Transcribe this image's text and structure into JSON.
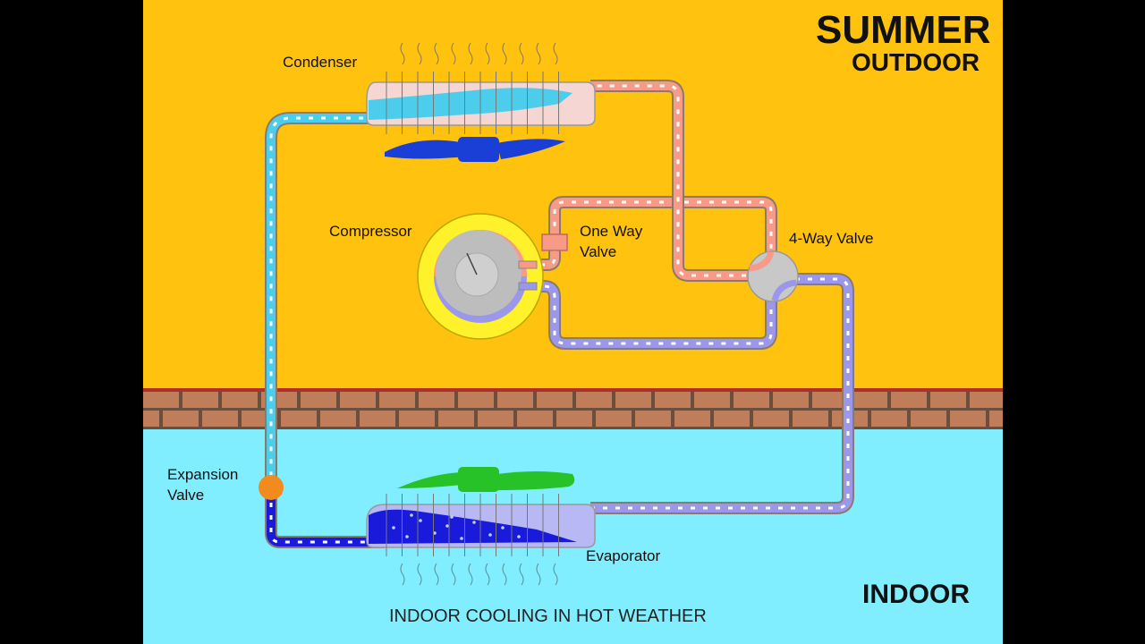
{
  "title": {
    "season": "SUMMER",
    "outdoor": "OUTDOOR",
    "indoor": "INDOOR",
    "caption": "INDOOR COOLING IN HOT WEATHER"
  },
  "components": {
    "condenser": "Condenser",
    "compressor": "Compressor",
    "one_way_valve": [
      "One Way",
      "Valve"
    ],
    "four_way_valve": "4-Way Valve",
    "expansion_valve": [
      "Expansion",
      "Valve"
    ],
    "evaporator": "Evaporator"
  },
  "colors": {
    "outdoor_bg": "#FFC20E",
    "indoor_bg": "#80EEFF",
    "brick": "#BF7D5A",
    "hot_gas": "#F79A88",
    "warm_liquid": "#4CCDEB",
    "cold_liquid": "#1A1ADB",
    "cool_gas": "#9B98EC",
    "fan_outdoor": "#1A3FD6",
    "fan_indoor": "#27C227"
  }
}
